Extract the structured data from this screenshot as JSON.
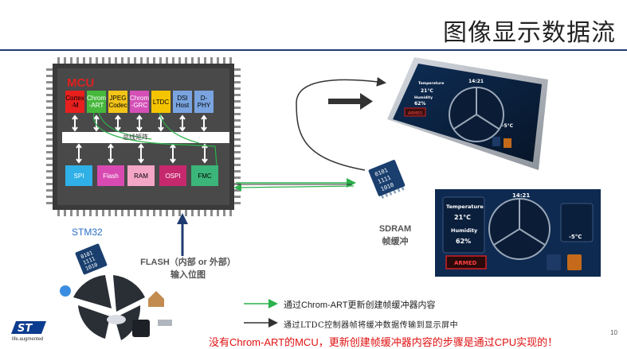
{
  "title": "图像显示数据流",
  "mcu": {
    "label": "MCU",
    "top_blocks": [
      {
        "label": "Cortex -M",
        "color": "#e8201e",
        "text_color": "#000000"
      },
      {
        "label": "Chrom -ART",
        "color": "#46b83c",
        "text_color": "#ffffff"
      },
      {
        "label": "JPEG Codec",
        "color": "#f2c418",
        "text_color": "#000000"
      },
      {
        "label": "Chrom -GRC",
        "color": "#d44fb6",
        "text_color": "#ffffff"
      },
      {
        "label": "LTDC",
        "color": "#f5c400",
        "text_color": "#000000"
      },
      {
        "label": "DSI Host",
        "color": "#7aa4e0",
        "text_color": "#000000"
      },
      {
        "label": "D-PHY",
        "color": "#7aa4e0",
        "text_color": "#000000"
      }
    ],
    "bus_label": "总线矩阵",
    "bottom_blocks": [
      {
        "label": "SPI",
        "color": "#2fb0e6",
        "text_color": "#ffffff"
      },
      {
        "label": "Flash",
        "color": "#d84ab2",
        "text_color": "#ffffff"
      },
      {
        "label": "RAM",
        "color": "#f4a6c6",
        "text_color": "#000000"
      },
      {
        "label": "OSPI",
        "color": "#c6286e",
        "text_color": "#ffffff"
      },
      {
        "label": "FMC",
        "color": "#3cb57a",
        "text_color": "#000000"
      }
    ]
  },
  "chip_label": "STM32",
  "sdram_label": [
    "SDRAM",
    "帧缓冲"
  ],
  "flash_label": [
    "FLASH（内部 or 外部）",
    "输入位图"
  ],
  "memory_chip_text": [
    "0101",
    "1111",
    "1010"
  ],
  "screen1": {
    "time": "14:21",
    "temp_label": "Temperature",
    "temp_value": "21°C",
    "humidity_label": "Humidity",
    "humidity_value": "62%",
    "button": "ARMED",
    "weather_value": "-5°C"
  },
  "screen2": {
    "time": "14:21",
    "temp_label": "Temperature",
    "temp_value": "21°C",
    "humidity_label": "Humidity",
    "humidity_value": "62%",
    "button": "ARMED",
    "weather_value": "-5°C"
  },
  "legend": [
    {
      "text": "通过Chrom-ART更新创建帧缓冲器内容",
      "color": "#2bb24c"
    },
    {
      "text": "通过LTDC控制器帧将缓冲数据传输到显示屏中",
      "color": "#333333"
    }
  ],
  "footer": "没有Chrom-ART的MCU，更新创建帧缓冲器内容的步骤是通过CPU实现的！",
  "page_number": "10",
  "logo_tagline": "life.augmented"
}
